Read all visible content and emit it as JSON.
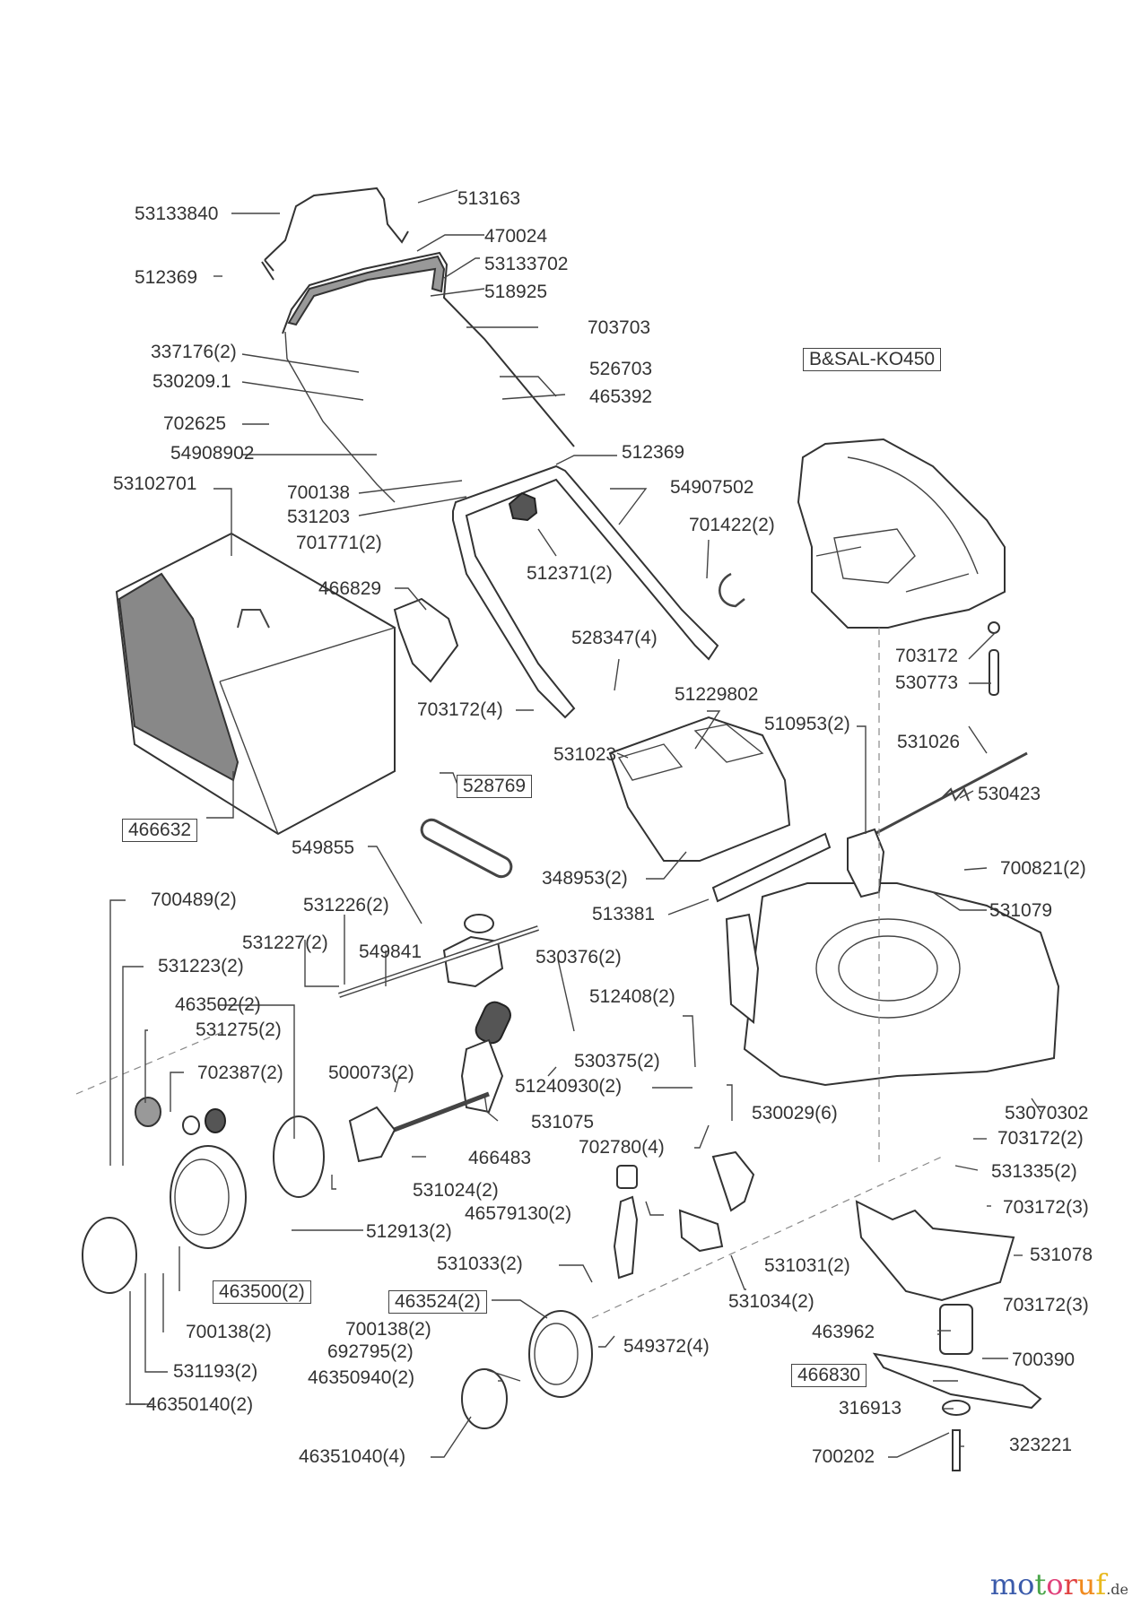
{
  "title": "Lawn mower exploded parts diagram",
  "engine_label": "B&SAL-KO450",
  "labels": {
    "l53133840": "53133840",
    "l513163": "513163",
    "l470024": "470024",
    "l53133702": "53133702",
    "l512369a": "512369",
    "l518925": "518925",
    "l703703": "703703",
    "l337176": "337176(2)",
    "l530209": "530209.1",
    "l526703": "526703",
    "l465392": "465392",
    "l702625": "702625",
    "l54908902": "54908902",
    "l512369b": "512369",
    "l700138": "700138",
    "l54907502": "54907502",
    "l53102701": "53102701",
    "l531203": "531203",
    "l701771": "701771(2)",
    "l701422": "701422(2)",
    "l512371": "512371(2)",
    "l466829": "466829",
    "l528347": "528347(4)",
    "l703172x4": "703172(4)",
    "l51229802": "51229802",
    "l510953": "510953(2)",
    "l531026": "531026",
    "l703172": "703172",
    "l530773": "530773",
    "l531023": "531023",
    "l530423": "530423",
    "l466632": "466632",
    "l528769": "528769",
    "l549855": "549855",
    "l348953": "348953(2)",
    "l700821": "700821(2)",
    "l513381": "513381",
    "l531079": "531079",
    "l700489": "700489(2)",
    "l531226": "531226(2)",
    "l531227": "531227(2)",
    "l549841": "549841",
    "l531223": "531223(2)",
    "l530376": "530376(2)",
    "l463502": "463502(2)",
    "l512408": "512408(2)",
    "l531275": "531275(2)",
    "l500073": "500073(2)",
    "l530375": "530375(2)",
    "l702387": "702387(2)",
    "l51240930": "51240930(2)",
    "l530029": "530029(6)",
    "l531075": "531075",
    "l53070302": "53070302",
    "l702780": "702780(4)",
    "l703172x2": "703172(2)",
    "l466483": "466483",
    "l531335": "531335(2)",
    "l531024": "531024(2)",
    "l46579130": "46579130(2)",
    "l703172x3a": "703172(3)",
    "l512913": "512913(2)",
    "l531078": "531078",
    "l531033": "531033(2)",
    "l531031": "531031(2)",
    "l463500": "463500(2)",
    "l463524": "463524(2)",
    "l531034": "531034(2)",
    "l703172x3b": "703172(3)",
    "l700138x2a": "700138(2)",
    "l549372": "549372(4)",
    "l463962": "463962",
    "l700138x2b": "700138(2)",
    "l700390": "700390",
    "l692795": "692795(2)",
    "l466830": "466830",
    "l531193": "531193(2)",
    "l46350940": "46350940(2)",
    "l316913": "316913",
    "l46350140": "46350140(2)",
    "l46351040": "46351040(4)",
    "l700202": "700202",
    "l323221": "323221"
  },
  "watermark": {
    "letters": [
      "m",
      "o",
      "t",
      "o",
      "r",
      "u",
      "f"
    ],
    "colors": [
      "#3b5bab",
      "#3b5bab",
      "#4aa64a",
      "#e0407a",
      "#e04040",
      "#f08a1e",
      "#e8b81e"
    ],
    "suffix": ".de"
  }
}
